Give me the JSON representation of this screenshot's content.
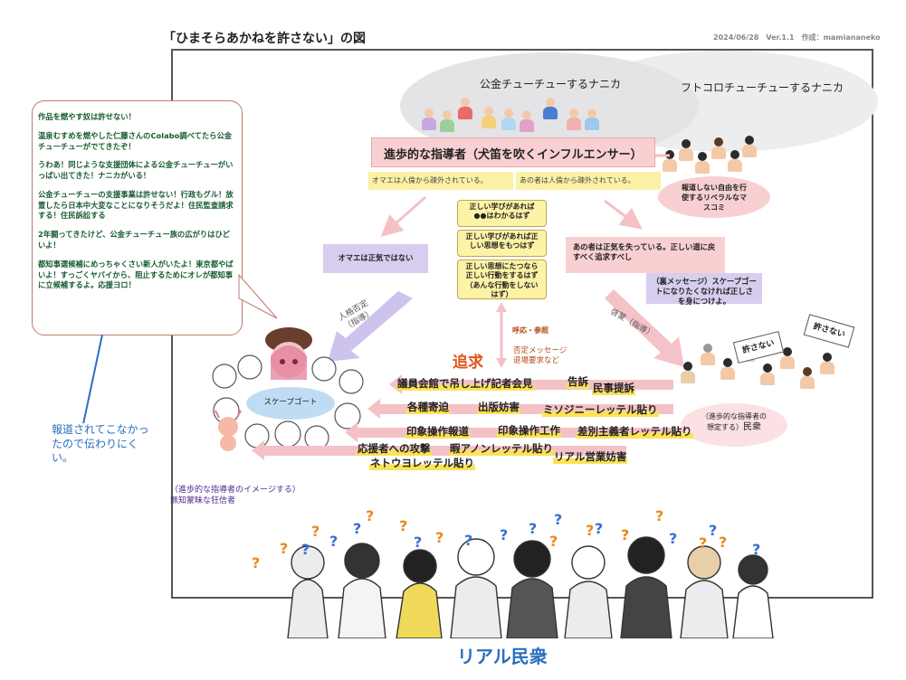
{
  "header": {
    "title": "「ひまそらあかねを許さない」の図",
    "meta": "2024/06/28　Ver.1.1　作成：mamiananeko"
  },
  "ellipses": {
    "public_money": "公金チューチューするナニカ",
    "pocket_money": "フトコロチューチューするナニカ"
  },
  "leader": {
    "title": "進歩的な指導者（犬笛を吹くインフルエンサー）",
    "left_note": "オマエは人倫から疎外されている。",
    "right_note": "あの者は人倫から疎外されている。"
  },
  "center_steps": [
    "正しい学びがあれば\n●●はわかるはず",
    "正しい学びがあれば正\nしい思想をもつはず",
    "正しい思想にたつなら\n正しい行動をするはず\n（あんな行動をしない\nはず）"
  ],
  "media": {
    "text": "報道しない自由を行\n使するリベラルなマ\nスコミ"
  },
  "left_box": "オマエは正気ではない",
  "right_box_top": "あの者は正気を失っている。正しい道に戻すべく追求すべし",
  "right_box_bottom": "（裏メッセージ）スケープゴートになりたくなければ正しさを身につけよ。",
  "arrow_labels": {
    "jinkaku": "人格否定\n（指導）",
    "keimou": "啓蒙（指導）",
    "yobidashi": "呼応・参照",
    "hitei": "否定メッセージ\n退場要求など",
    "tsuikyu": "追求"
  },
  "note": {
    "paragraphs": [
      "作品を燃やす奴は許せない！",
      "温泉むすめを燃やした仁藤さんのColabo調べてたら公金チューチューがでてきたぞ！",
      "うわあ！同じような支援団体による公金チューチューがいっぱい出てきた！ナニカがいる！",
      "公金チューチューの支援事業は許せない！行政もグル！放置したら日本中大変なことになりそうだよ！住民監査請求する！住民訴訟する",
      "2年闘ってきたけど、公金チューチュー族の広がりはひどいよ！",
      "都知事選候補にめっちゃくさい新人がいたよ！東京都やばいよ！すっごくヤバイから、阻止するためにオレが都知事に立候補するよ。応援ヨロ！"
    ],
    "comment": "報道されてこなかったので伝わりにくい。"
  },
  "scapegoat": {
    "label": "スケープゴート"
  },
  "citizens": {
    "small": "（進歩的な指導者の\n想定する）",
    "big": "民衆"
  },
  "crowd_signs": [
    "許さない",
    "許さない"
  ],
  "actions": [
    "議員会館で吊し上げ記者会見",
    "告訴",
    "民事提訴",
    "各種寄迫",
    "出版妨害",
    "ミソジニーレッテル貼り",
    "印象操作報道",
    "印象操作工作",
    "差別主義者レッテル貼り",
    "応援者への攻撃",
    "暇アノンレッテル貼り",
    "リアル営業妨害",
    "ネトウヨレッテル貼り"
  ],
  "lower_caption": "（進歩的な指導者のイメージする）\n無知蒙昧な狂信者",
  "real_title": "リアル民衆",
  "colors": {
    "pink": "#f8d0d2",
    "yellow": "#fbf2a6",
    "purple": "#d7cdee",
    "accent_orange": "#e0541a",
    "blue_text": "#2a6fbf",
    "green_text": "#155a2e"
  }
}
